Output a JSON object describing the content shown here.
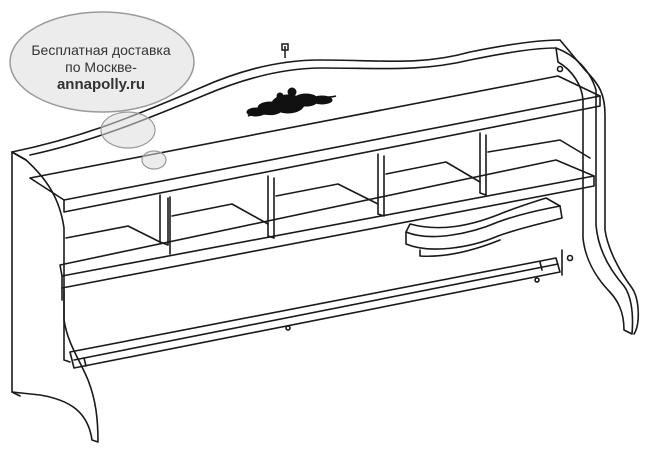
{
  "promo": {
    "line1": "Бесплатная доставка",
    "line2": "по Москве-",
    "link": "annapolly.ru"
  },
  "colors": {
    "line": "#1a1a1a",
    "bubble_fill": "#ececec",
    "bubble_stroke": "#9a9a9a",
    "highlight_fill": "#dcdcdc"
  },
  "icons": [
    "hook-icon",
    "floral-ornament-icon"
  ]
}
